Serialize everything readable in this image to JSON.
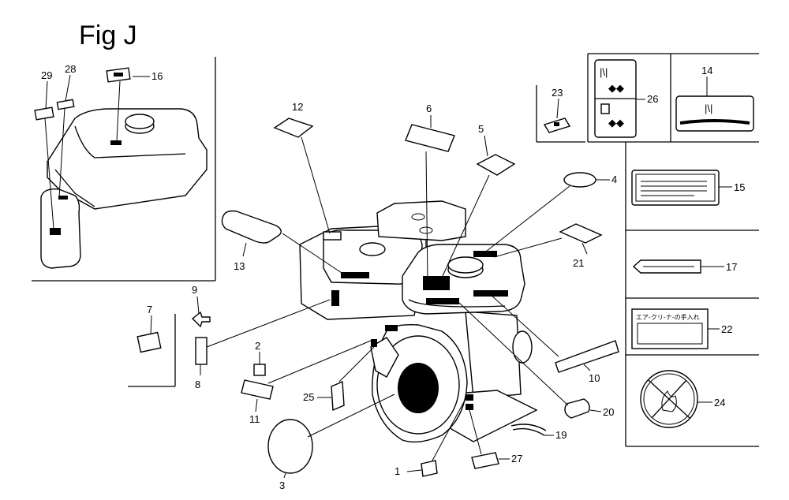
{
  "title": "Fig J",
  "callouts": {
    "c1": "1",
    "c2": "2",
    "c3": "3",
    "c4": "4",
    "c5": "5",
    "c6": "6",
    "c7": "7",
    "c8": "8",
    "c9": "9",
    "c10": "10",
    "c11": "11",
    "c12": "12",
    "c13": "13",
    "c14": "14",
    "c15": "15",
    "c16": "16",
    "c17": "17",
    "c19": "19",
    "c20": "20",
    "c21": "21",
    "c22": "22",
    "c23": "23",
    "c24": "24",
    "c25": "25",
    "c26": "26",
    "c27": "27",
    "c28a": "28",
    "c29": "29"
  },
  "label_22_text": "エア-クリ-ナ-の手入れ",
  "label_14_symbol": "|\\|",
  "label_26_symbol": "|\\|"
}
